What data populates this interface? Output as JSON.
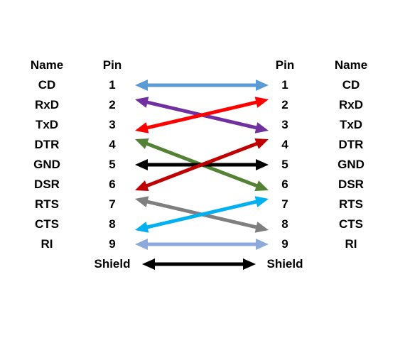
{
  "left": {
    "name_header": "Name",
    "pin_header": "Pin",
    "names": [
      "CD",
      "RxD",
      "TxD",
      "DTR",
      "GND",
      "DSR",
      "RTS",
      "CTS",
      "RI"
    ],
    "pins": [
      "1",
      "2",
      "3",
      "4",
      "5",
      "6",
      "7",
      "8",
      "9"
    ],
    "shield": "Shield"
  },
  "right": {
    "name_header": "Name",
    "pin_header": "Pin",
    "names": [
      "CD",
      "RxD",
      "TxD",
      "DTR",
      "GND",
      "DSR",
      "RTS",
      "CTS",
      "RI"
    ],
    "pins": [
      "1",
      "2",
      "3",
      "4",
      "5",
      "6",
      "7",
      "8",
      "9"
    ],
    "shield": "Shield"
  },
  "connections": [
    {
      "from": "1",
      "to": "1",
      "color": "#5b9bd5"
    },
    {
      "from": "2",
      "to": "3",
      "color": "#7030a0"
    },
    {
      "from": "3",
      "to": "2",
      "color": "#ff0000"
    },
    {
      "from": "4",
      "to": "6",
      "color": "#548235"
    },
    {
      "from": "5",
      "to": "5",
      "color": "#000000"
    },
    {
      "from": "6",
      "to": "4",
      "color": "#c00000"
    },
    {
      "from": "7",
      "to": "8",
      "color": "#7f7f7f"
    },
    {
      "from": "8",
      "to": "7",
      "color": "#00b0f0"
    },
    {
      "from": "9",
      "to": "9",
      "color": "#8ea9db"
    },
    {
      "from": "Shield",
      "to": "Shield",
      "color": "#000000"
    }
  ]
}
